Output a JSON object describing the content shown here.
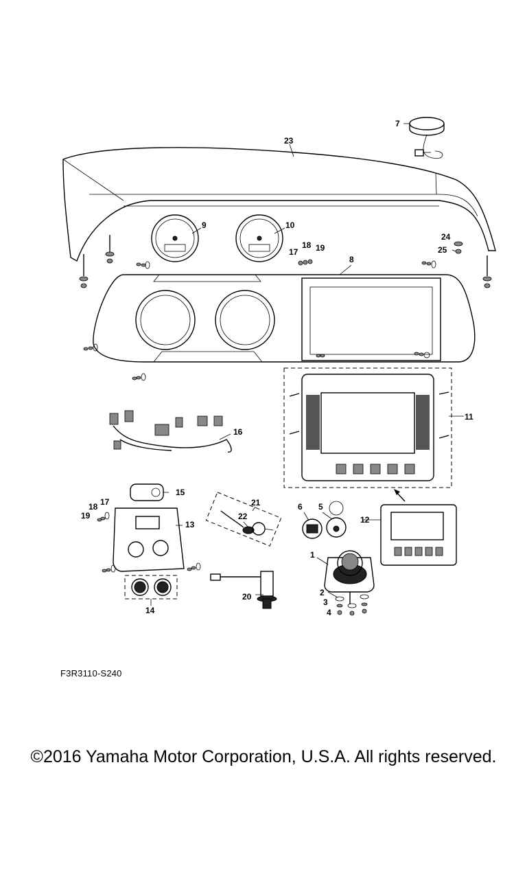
{
  "diagram": {
    "code": "F3R3110-S240",
    "copyright": "©2016 Yamaha Motor Corporation, U.S.A. All rights reserved.",
    "callouts": {
      "c1": "1",
      "c2": "2",
      "c3": "3",
      "c4": "4",
      "c5": "5",
      "c6": "6",
      "c7": "7",
      "c8": "8",
      "c9": "9",
      "c10": "10",
      "c11": "11",
      "c12": "12",
      "c13": "13",
      "c14": "14",
      "c15": "15",
      "c16": "16",
      "c17a": "17",
      "c18a": "18",
      "c19a": "19",
      "c17b": "17",
      "c18b": "18",
      "c19b": "19",
      "c20": "20",
      "c21": "21",
      "c22": "22",
      "c23": "23",
      "c24": "24",
      "c25": "25"
    }
  }
}
